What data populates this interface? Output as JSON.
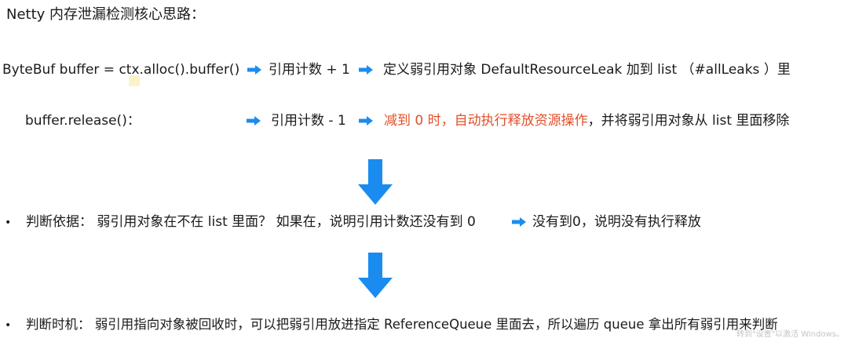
{
  "title": "Netty 内存泄漏检测核心思路：",
  "row1": {
    "code": "ByteBuf buffer = ctx.alloc().buffer()",
    "step1": "引用计数 + 1",
    "step2": "定义弱引用对象 DefaultResourceLeak 加到 list （#allLeaks ）里"
  },
  "row2": {
    "code": "buffer.release()：",
    "step1": "引用计数 - 1",
    "step2_highlight": "减到 0 时，自动执行释放资源操作",
    "step2_rest": "，并将弱引用对象从 list 里面移除"
  },
  "bullet1": {
    "marker": "•",
    "text": "判断依据：  弱引用对象在不在 list 里面？  如果在，说明引用计数还没有到 0",
    "result": "没有到0，说明没有执行释放"
  },
  "bullet2": {
    "marker": "•",
    "text": "判断时机：  弱引用指向对象被回收时，可以把弱引用放进指定 ReferenceQueue 里面去，所以遍历 queue 拿出所有弱引用来判断"
  },
  "watermark": "转到\"设置\"以激活 Windows。",
  "colors": {
    "arrow": "#1a8cf0",
    "highlight": "#e0502a",
    "text": "#1a1a1a"
  },
  "icons": [
    "arrow-right-icon",
    "arrow-down-icon"
  ]
}
